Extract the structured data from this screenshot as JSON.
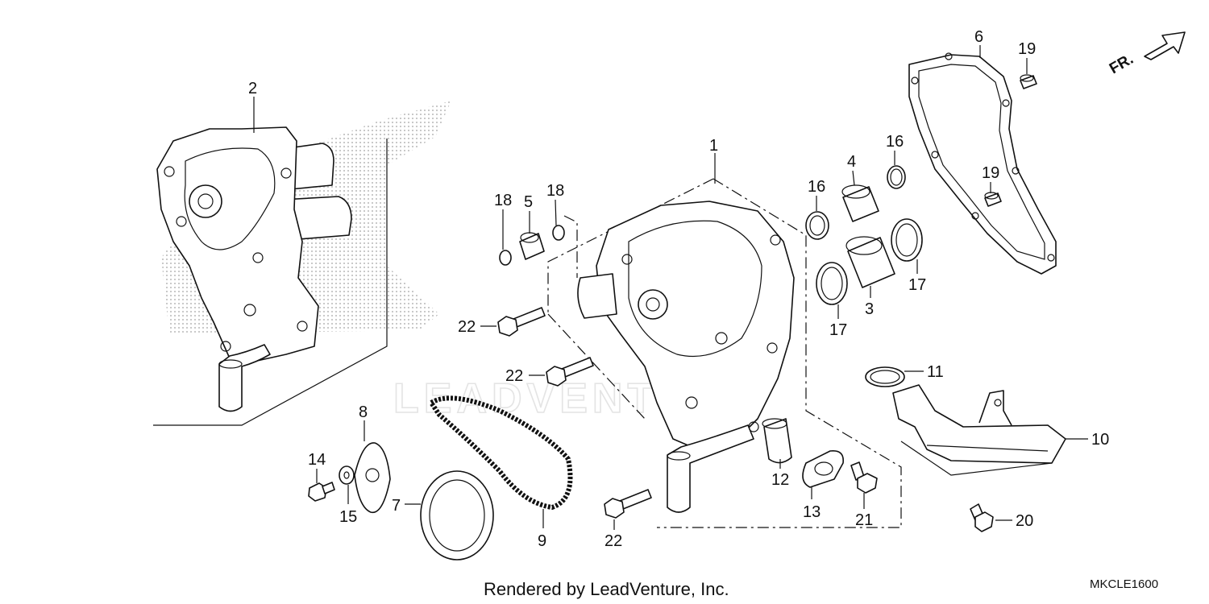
{
  "diagram": {
    "callouts": {
      "c1": "1",
      "c2": "2",
      "c3": "3",
      "c4": "4",
      "c5": "5",
      "c6": "6",
      "c7": "7",
      "c8": "8",
      "c9": "9",
      "c10": "10",
      "c11": "11",
      "c12": "12",
      "c13": "13",
      "c14": "14",
      "c15": "15",
      "c16a": "16",
      "c16b": "16",
      "c17a": "17",
      "c17b": "17",
      "c18a": "18",
      "c18b": "18",
      "c19a": "19",
      "c19b": "19",
      "c20": "20",
      "c21": "21",
      "c22a": "22",
      "c22b": "22",
      "c22c": "22"
    },
    "direction_label": "FR.",
    "watermark_text": "LEADVENTURE",
    "footer": "Rendered by LeadVenture, Inc.",
    "diagram_code": "MKCLE1600"
  },
  "colors": {
    "line": "#111111",
    "background": "#ffffff",
    "halftone": "#bdbdbd",
    "watermark": "#e4e4e4"
  }
}
